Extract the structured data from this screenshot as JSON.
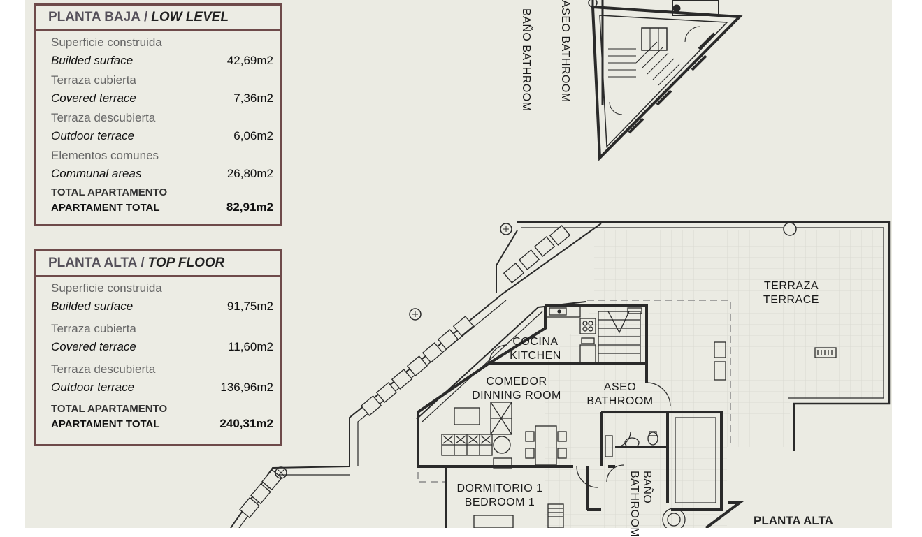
{
  "low_level": {
    "title_es": "PLANTA BAJA",
    "title_sep": "/",
    "title_en": "LOW LEVEL",
    "rows": [
      {
        "es": "Superficie construida",
        "en": "Builded surface",
        "value": "42,69m2"
      },
      {
        "es": "Terraza cubierta",
        "en": "Covered terrace",
        "value": "7,36m2"
      },
      {
        "es": "Terraza descubierta",
        "en": "Outdoor terrace",
        "value": "6,06m2"
      },
      {
        "es": "Elementos comunes",
        "en": "Communal areas",
        "value": "26,80m2"
      }
    ],
    "total": {
      "es": "TOTAL APARTAMENTO",
      "en": "APARTAMENT TOTAL",
      "value": "82,91m2"
    }
  },
  "top_floor": {
    "title_es": "PLANTA ALTA",
    "title_sep": "/",
    "title_en": "TOP FLOOR",
    "rows": [
      {
        "es": "Superficie construida",
        "en": "Builded surface",
        "value": "91,75m2"
      },
      {
        "es": "Terraza cubierta",
        "en": "Covered terrace",
        "value": "11,60m2"
      },
      {
        "es": "Terraza descubierta",
        "en": "Outdoor terrace",
        "value": "136,96m2"
      }
    ],
    "total": {
      "es": "TOTAL APARTAMENTO",
      "en": "APARTAMENT TOTAL",
      "value": "240,31m2"
    }
  },
  "rooms": {
    "bano_top": "BAÑO",
    "bathroom_top": "BATHROOM",
    "aseo_top": "ASEO",
    "bathroom_top2": "BATHROOM",
    "terraza": "TERRAZA",
    "terrace": "TERRACE",
    "cocina": "COCINA",
    "kitchen": "KITCHEN",
    "comedor": "COMEDOR",
    "dinning": "DINNING ROOM",
    "aseo": "ASEO",
    "bathroom": "BATHROOM",
    "dormitorio": "DORMITORIO 1",
    "bedroom": "BEDROOM 1",
    "bano": "BAÑO",
    "bathroom_v": "BATHROOM"
  },
  "plan_title": "PLANTA ALTA",
  "colors": {
    "sheet": "#ebebe3",
    "table_border": "#6e4a4a",
    "wall": "#2a2a2a",
    "dashed": "#8a8a8a"
  }
}
